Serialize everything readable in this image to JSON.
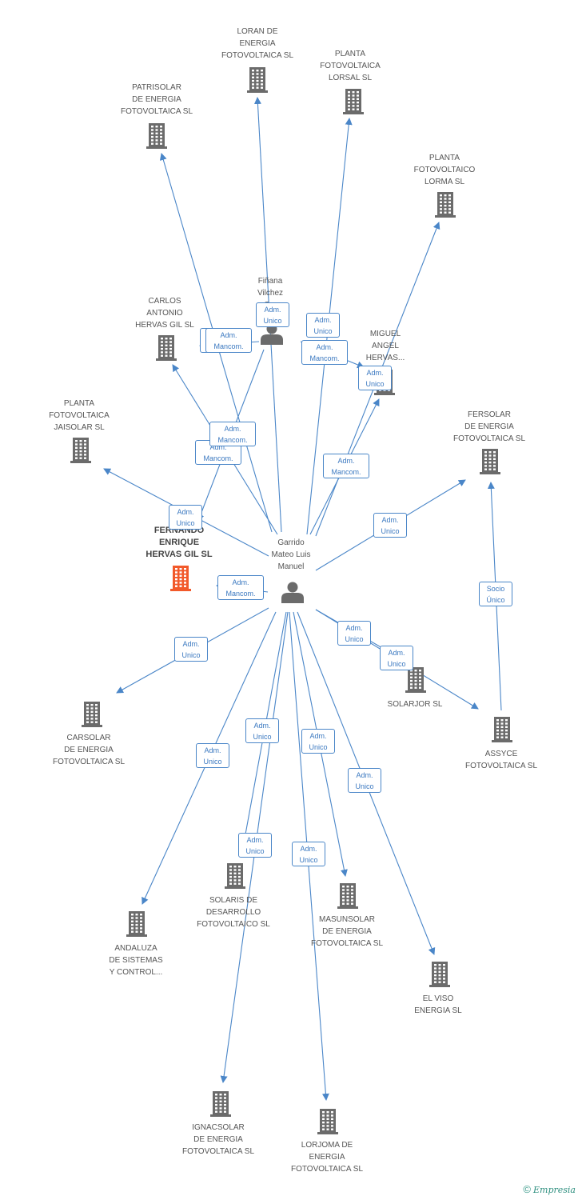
{
  "colors": {
    "edge": "#4a86c8",
    "building": "#6b6b6b",
    "focus_building": "#f2592a",
    "person": "#6b6b6b"
  },
  "nodes": [
    {
      "id": "loran",
      "label": "LORAN DE\nENERGIA\nFOTOVOLTAICA SL",
      "icon": "building-icon"
    },
    {
      "id": "lorsal",
      "label": "PLANTA\nFOTOVOLTAICA\nLORSAL SL",
      "icon": "building-icon"
    },
    {
      "id": "patrisolar",
      "label": "PATRISOLAR\nDE ENERGIA\nFOTOVOLTAICA SL",
      "icon": "building-icon"
    },
    {
      "id": "lorma",
      "label": "PLANTA\nFOTOVOLTAICO\nLORMA SL",
      "icon": "building-icon"
    },
    {
      "id": "finana",
      "label": "Fiñana\nVilchez\nG...",
      "icon": "person-icon"
    },
    {
      "id": "carlos",
      "label": "CARLOS\nANTONIO\nHERVAS GIL SL",
      "icon": "building-icon"
    },
    {
      "id": "miguel",
      "label": "MIGUEL\nANGEL\nHERVAS...",
      "icon": "building-icon"
    },
    {
      "id": "jaisolar",
      "label": "PLANTA\nFOTOVOLTAICA\nJAISOLAR SL",
      "icon": "building-icon"
    },
    {
      "id": "fersolar",
      "label": "FERSOLAR\nDE ENERGIA\nFOTOVOLTAICA SL",
      "icon": "building-icon"
    },
    {
      "id": "fernando",
      "label": "FERNANDO\nENRIQUE\nHERVAS GIL SL",
      "icon": "building-icon"
    },
    {
      "id": "garrido",
      "label": "Garrido\nMateo Luis\nManuel",
      "icon": "person-icon"
    },
    {
      "id": "carsolar",
      "label": "CARSOLAR\nDE ENERGIA\nFOTOVOLTAICA SL",
      "icon": "building-icon"
    },
    {
      "id": "solarjor",
      "label": "SOLARJOR SL",
      "icon": "building-icon"
    },
    {
      "id": "assyce",
      "label": "ASSYCE\nFOTOVOLTAICA SL",
      "icon": "building-icon"
    },
    {
      "id": "solaris",
      "label": "SOLARIS DE\nDESARROLLO\nFOTOVOLTAICO SL",
      "icon": "building-icon"
    },
    {
      "id": "masunsolar",
      "label": "MASUNSOLAR\nDE ENERGIA\nFOTOVOLTAICA SL",
      "icon": "building-icon"
    },
    {
      "id": "andaluza",
      "label": "ANDALUZA\nDE SISTEMAS\nY CONTROL...",
      "icon": "building-icon"
    },
    {
      "id": "elviso",
      "label": "EL VISO\nENERGIA SL",
      "icon": "building-icon"
    },
    {
      "id": "ignacsolar",
      "label": "IGNACSOLAR\nDE ENERGIA\nFOTOVOLTAICA SL",
      "icon": "building-icon"
    },
    {
      "id": "lorjoma",
      "label": "LORJOMA DE\nENERGIA\nFOTOVOLTAICA SL",
      "icon": "building-icon"
    }
  ],
  "edges": [
    {
      "from": "garrido",
      "to": "loran",
      "label": "Adm.\nUnico"
    },
    {
      "from": "garrido",
      "to": "lorsal",
      "label": "Adm.\nUnico"
    },
    {
      "from": "garrido",
      "to": "patrisolar",
      "label": "Adm.\nMancom."
    },
    {
      "from": "garrido",
      "to": "lorma",
      "label": "Adm.\nMancom."
    },
    {
      "from": "garrido",
      "to": "carlos",
      "label": "Adm.\nMancom."
    },
    {
      "from": "finana",
      "to": "carlos",
      "label": "Adm.\nMancom."
    },
    {
      "from": "finana",
      "to": "miguel",
      "label": "Adm.\nMancom."
    },
    {
      "from": "finana",
      "to": "fernando",
      "label": "Adm.\nMancom."
    },
    {
      "from": "garrido",
      "to": "miguel",
      "label": "Adm.\nUnico"
    },
    {
      "from": "garrido",
      "to": "jaisolar",
      "label": "Adm.\nUnico"
    },
    {
      "from": "garrido",
      "to": "fersolar",
      "label": "Adm.\nUnico"
    },
    {
      "from": "garrido",
      "to": "fernando",
      "label": "Adm.\nMancom."
    },
    {
      "from": "assyce",
      "to": "fersolar",
      "label": "Socio\nÚnico"
    },
    {
      "from": "garrido",
      "to": "carsolar",
      "label": "Adm.\nUnico"
    },
    {
      "from": "garrido",
      "to": "solarjor",
      "label": "Adm.\nUnico"
    },
    {
      "from": "garrido",
      "to": "assyce",
      "label": "Adm.\nUnico"
    },
    {
      "from": "garrido",
      "to": "solaris",
      "label": "Adm.\nUnico"
    },
    {
      "from": "garrido",
      "to": "masunsolar",
      "label": "Adm.\nUnico"
    },
    {
      "from": "garrido",
      "to": "andaluza",
      "label": "Adm.\nUnico"
    },
    {
      "from": "garrido",
      "to": "elviso",
      "label": "Adm.\nUnico"
    },
    {
      "from": "garrido",
      "to": "ignacsolar",
      "label": "Adm.\nUnico"
    },
    {
      "from": "garrido",
      "to": "lorjoma",
      "label": "Adm.\nUnico"
    }
  ],
  "watermark": {
    "copyright": "©",
    "brand": "Empresia"
  }
}
